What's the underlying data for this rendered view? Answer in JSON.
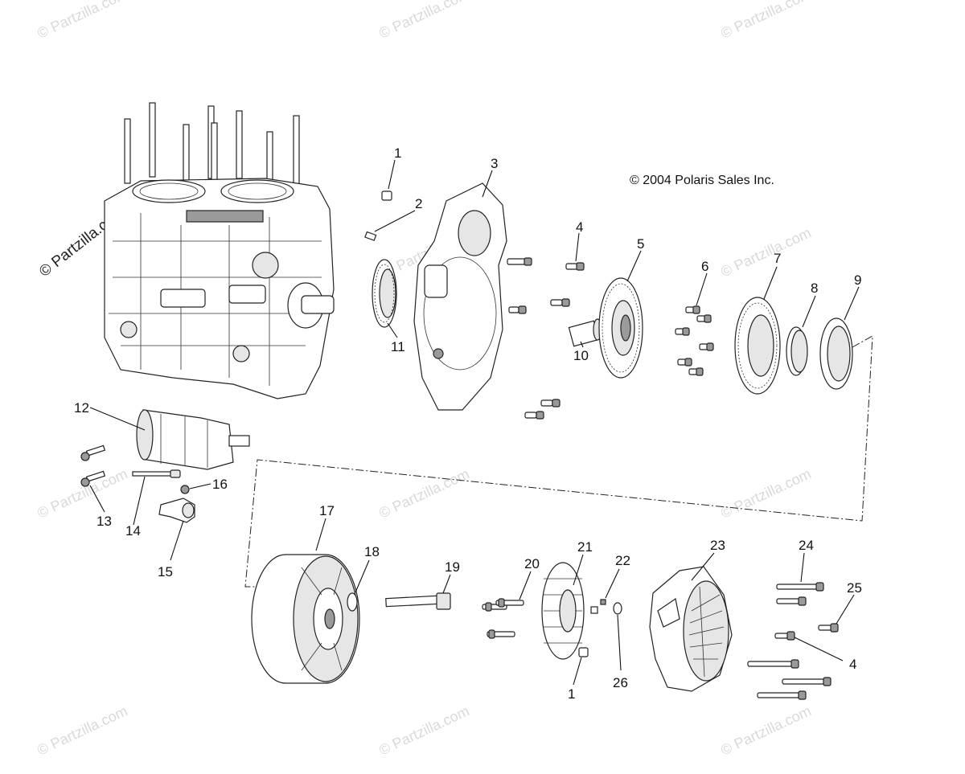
{
  "diagram": {
    "copyright": "© 2004 Polaris Sales Inc.",
    "watermark_text": "© Partzilla.com",
    "callouts": [
      "1",
      "2",
      "3",
      "4",
      "5",
      "6",
      "7",
      "8",
      "9",
      "10",
      "11",
      "12",
      "13",
      "14",
      "15",
      "16",
      "17",
      "18",
      "19",
      "20",
      "21",
      "22",
      "23",
      "24",
      "25",
      "4",
      "1",
      "26"
    ]
  }
}
